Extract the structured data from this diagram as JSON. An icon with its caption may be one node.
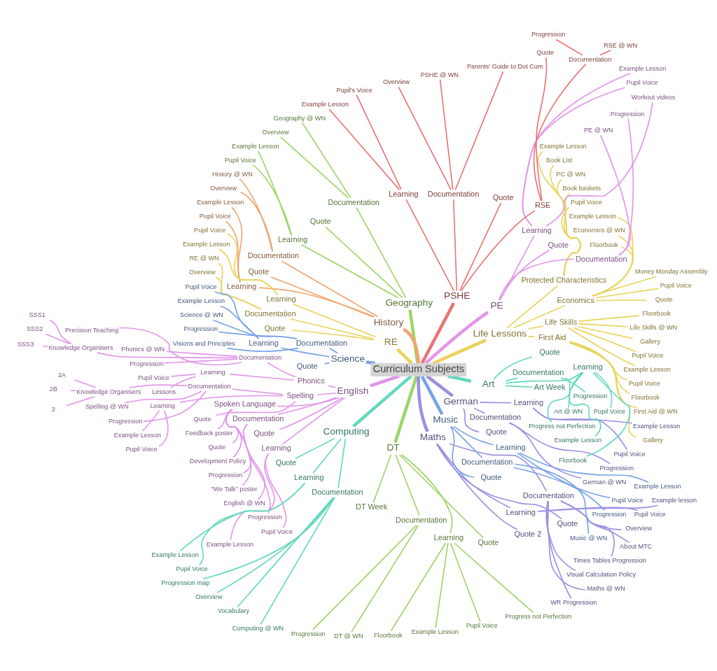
{
  "diagram": {
    "nodes": [
      {
        "text": [
          "Curriculum Subjects"
        ]
      },
      {
        "text": [
          "Life Lessons"
        ]
      },
      {
        "text": [
          "First Aid"
        ]
      },
      {
        "text": [
          "Gallery"
        ]
      },
      {
        "text": [
          "First Aid @ WN"
        ]
      },
      {
        "text": [
          "Floorbook"
        ]
      },
      {
        "text": [
          "Pupil Voice"
        ]
      },
      {
        "text": [
          "Life Skills"
        ]
      },
      {
        "text": [
          "Example Lesson"
        ]
      },
      {
        "text": [
          "Pupil Voice"
        ]
      },
      {
        "text": [
          "Gallery"
        ]
      },
      {
        "text": [
          "Life Skills @ WN"
        ]
      },
      {
        "text": [
          "Floorbook"
        ]
      },
      {
        "text": [
          "Economics"
        ]
      },
      {
        "text": [
          "Quote"
        ]
      },
      {
        "text": [
          "Pupil Voice"
        ]
      },
      {
        "text": [
          "Money Monday Assembly"
        ]
      },
      {
        "text": [
          "Floorbook"
        ]
      },
      {
        "text": [
          "Economics @ WN"
        ]
      },
      {
        "text": [
          "Example Lesson"
        ]
      },
      {
        "text": [
          "Protected Characteristics"
        ]
      },
      {
        "text": [
          "Pupil Voice"
        ]
      },
      {
        "text": [
          "Book baskets"
        ]
      },
      {
        "text": [
          "PC @ WN"
        ]
      },
      {
        "text": [
          "Book List"
        ]
      },
      {
        "text": [
          "Example Lesson"
        ]
      },
      {
        "text": [
          "PE"
        ]
      },
      {
        "text": [
          "Documentation"
        ]
      },
      {
        "text": [
          "PE @ WN"
        ]
      },
      {
        "text": [
          "Progression"
        ]
      },
      {
        "text": [
          "Quote"
        ]
      },
      {
        "text": [
          "Learning"
        ]
      },
      {
        "text": [
          "Workout videos"
        ]
      },
      {
        "text": [
          "Pupil Voice"
        ]
      },
      {
        "text": [
          "Example Lesson"
        ]
      },
      {
        "text": [
          "PSHE"
        ]
      },
      {
        "text": [
          "RSE"
        ]
      },
      {
        "text": [
          "Documentation"
        ]
      },
      {
        "text": [
          "RSE @ WN"
        ]
      },
      {
        "text": [
          "Progression"
        ]
      },
      {
        "text": [
          "Quote"
        ]
      },
      {
        "text": [
          "Quote"
        ]
      },
      {
        "text": [
          "Documentation"
        ]
      },
      {
        "text": [
          "Parents' Guide to Dot Com"
        ]
      },
      {
        "text": [
          "PSHE @ WN"
        ]
      },
      {
        "text": [
          "Overview"
        ]
      },
      {
        "text": [
          "Learning"
        ]
      },
      {
        "text": [
          "Pupil's Voice"
        ]
      },
      {
        "text": [
          "Example Lesson"
        ]
      },
      {
        "text": [
          "Geography"
        ]
      },
      {
        "text": [
          "Documentation"
        ]
      },
      {
        "text": [
          "Quote"
        ]
      },
      {
        "text": [
          "Geography @ WN"
        ]
      },
      {
        "text": [
          "Overview"
        ]
      },
      {
        "text": [
          "Learning"
        ]
      },
      {
        "text": [
          "Example Lesson"
        ]
      },
      {
        "text": [
          "Pupil Voice"
        ]
      },
      {
        "text": [
          "History"
        ]
      },
      {
        "text": [
          "Documentation"
        ]
      },
      {
        "text": [
          "History @ WN"
        ]
      },
      {
        "text": [
          "Overview"
        ]
      },
      {
        "text": [
          "Quote"
        ]
      },
      {
        "text": [
          "Learning"
        ]
      },
      {
        "text": [
          "Example Lesson"
        ]
      },
      {
        "text": [
          "Pupil Voice"
        ]
      },
      {
        "text": [
          "RE"
        ]
      },
      {
        "text": [
          "Learning"
        ]
      },
      {
        "text": [
          "Pupil Voice"
        ]
      },
      {
        "text": [
          "Example Lesson"
        ]
      },
      {
        "text": [
          "Documentation"
        ]
      },
      {
        "text": [
          "RE @ WN"
        ]
      },
      {
        "text": [
          "Overview"
        ]
      },
      {
        "text": [
          "Quote"
        ]
      },
      {
        "text": [
          "Science"
        ]
      },
      {
        "text": [
          "Learning"
        ]
      },
      {
        "text": [
          "Pupil Voice"
        ]
      },
      {
        "text": [
          "Example Lesson"
        ]
      },
      {
        "text": [
          "Documentation"
        ]
      },
      {
        "text": [
          "Science @ WN"
        ]
      },
      {
        "text": [
          "Progression"
        ]
      },
      {
        "text": [
          "Visions and Principles"
        ]
      },
      {
        "text": [
          "Quote"
        ]
      },
      {
        "text": [
          "English"
        ]
      },
      {
        "text": [
          "Phonics"
        ]
      },
      {
        "text": [
          "Documentation"
        ]
      },
      {
        "text": [
          "Precision Teaching"
        ]
      },
      {
        "text": [
          "Knowledge Organisers"
        ]
      },
      {
        "text": [
          "SSS1"
        ]
      },
      {
        "text": [
          "SSS2"
        ]
      },
      {
        "text": [
          "SSS3"
        ]
      },
      {
        "text": [
          "Phonics @ WN"
        ]
      },
      {
        "text": [
          "Progression"
        ]
      },
      {
        "text": [
          "Learning"
        ]
      },
      {
        "text": [
          "Pupil Voice"
        ]
      },
      {
        "text": [
          "Lessons"
        ]
      },
      {
        "text": [
          "Spelling"
        ]
      },
      {
        "text": [
          "Documentation"
        ]
      },
      {
        "text": [
          "Knowledge Organisers"
        ]
      },
      {
        "text": [
          "2A"
        ]
      },
      {
        "text": [
          "2B"
        ]
      },
      {
        "text": [
          "3"
        ]
      },
      {
        "text": [
          "Spelling @ WN"
        ]
      },
      {
        "text": [
          "Progression"
        ]
      },
      {
        "text": [
          "Learning"
        ]
      },
      {
        "text": [
          "Example Lesson"
        ]
      },
      {
        "text": [
          "Pupil Voice"
        ]
      },
      {
        "text": [
          "Quote"
        ]
      },
      {
        "text": [
          "Spoken Language"
        ]
      },
      {
        "text": [
          "Feedback poster"
        ]
      },
      {
        "text": [
          "Quote"
        ]
      },
      {
        "text": [
          "Development Policy"
        ]
      },
      {
        "text": [
          "Progression"
        ]
      },
      {
        "text": [
          "\"We Talk\" poster"
        ]
      },
      {
        "text": [
          "Documentation"
        ]
      },
      {
        "text": [
          "English @ WN"
        ]
      },
      {
        "text": [
          "Progression"
        ]
      },
      {
        "text": [
          "Quote"
        ]
      },
      {
        "text": [
          "Learning"
        ]
      },
      {
        "text": [
          "Pupil Voice"
        ]
      },
      {
        "text": [
          "Example Lesson"
        ]
      },
      {
        "text": [
          "Computing"
        ]
      },
      {
        "text": [
          "Quote"
        ]
      },
      {
        "text": [
          "Learning"
        ]
      },
      {
        "text": [
          "Example Lesson"
        ]
      },
      {
        "text": [
          "Pupil Voice"
        ]
      },
      {
        "text": [
          "Documentation"
        ]
      },
      {
        "text": [
          "Progression map"
        ]
      },
      {
        "text": [
          "Overview"
        ]
      },
      {
        "text": [
          "Vocabulary"
        ]
      },
      {
        "text": [
          "Computing @ WN"
        ]
      },
      {
        "text": [
          "DT"
        ]
      },
      {
        "text": [
          "DT Week"
        ]
      },
      {
        "text": [
          "Documentation"
        ]
      },
      {
        "text": [
          "Progression"
        ]
      },
      {
        "text": [
          "DT @ WN"
        ]
      },
      {
        "text": [
          "Learning"
        ]
      },
      {
        "text": [
          "Floorbook"
        ]
      },
      {
        "text": [
          "Example Lesson"
        ]
      },
      {
        "text": [
          "Pupil Voice"
        ]
      },
      {
        "text": [
          "Progress not Perfection"
        ]
      },
      {
        "text": [
          "Quote"
        ]
      },
      {
        "text": [
          "Maths"
        ]
      },
      {
        "text": [
          "Quote 2"
        ]
      },
      {
        "text": [
          "Quote"
        ]
      },
      {
        "text": [
          "Documentation"
        ]
      },
      {
        "text": [
          "WR Progression"
        ]
      },
      {
        "text": [
          "Maths @ WN"
        ]
      },
      {
        "text": [
          "Visual Calculation Policy"
        ]
      },
      {
        "text": [
          "Times Tables Progression"
        ]
      },
      {
        "text": [
          "About MTC"
        ]
      },
      {
        "text": [
          "Overview"
        ]
      },
      {
        "text": [
          "Learning"
        ]
      },
      {
        "text": [
          "Pupil Voice"
        ]
      },
      {
        "text": [
          "Example lesson"
        ]
      },
      {
        "text": [
          "Music"
        ]
      },
      {
        "text": [
          "Quote"
        ]
      },
      {
        "text": [
          "Documentation"
        ]
      },
      {
        "text": [
          "Music @ WN"
        ]
      },
      {
        "text": [
          "Progression"
        ]
      },
      {
        "text": [
          "Learning"
        ]
      },
      {
        "text": [
          "Pupil Voice"
        ]
      },
      {
        "text": [
          "Example Lesson"
        ]
      },
      {
        "text": [
          "German"
        ]
      },
      {
        "text": [
          "Quote"
        ]
      },
      {
        "text": [
          "Documentation"
        ]
      },
      {
        "text": [
          "German @ WN"
        ]
      },
      {
        "text": [
          "Progression"
        ]
      },
      {
        "text": [
          "Learning"
        ]
      },
      {
        "text": [
          "Pupil Voice"
        ]
      },
      {
        "text": [
          "Example Lesson"
        ]
      },
      {
        "text": [
          "Art"
        ]
      },
      {
        "text": [
          "Art Week"
        ]
      },
      {
        "text": [
          "Learning"
        ]
      },
      {
        "text": [
          "Floorbook"
        ]
      },
      {
        "text": [
          "Example Lesson"
        ]
      },
      {
        "text": [
          "Pupil Voice"
        ]
      },
      {
        "text": [
          "Progress not Perfection"
        ]
      },
      {
        "text": [
          "Documentation"
        ]
      },
      {
        "text": [
          "Art @ WN"
        ]
      },
      {
        "text": [
          "Progression"
        ]
      },
      {
        "text": [
          "Quote"
        ]
      }
    ],
    "edges": [
      {
        "from": 0,
        "to": 1,
        "arrow": "none",
        "style": "thick",
        "color": "#e9d35b"
      },
      {
        "from": 1,
        "to": 2,
        "arrow": "none",
        "color": "#e9d35b"
      },
      {
        "from": 2,
        "to": 3,
        "arrow": "none",
        "color": "#e9d35b"
      },
      {
        "from": 2,
        "to": 4,
        "arrow": "none",
        "color": "#e9d35b"
      },
      {
        "from": 2,
        "to": 5,
        "arrow": "none",
        "color": "#e9d35b"
      },
      {
        "from": 2,
        "to": 6,
        "arrow": "none",
        "color": "#e9d35b"
      },
      {
        "from": 1,
        "to": 7,
        "arrow": "none",
        "color": "#e9d35b"
      },
      {
        "from": 7,
        "to": 8,
        "arrow": "none",
        "color": "#e9d35b"
      },
      {
        "from": 7,
        "to": 9,
        "arrow": "none",
        "color": "#e9d35b"
      },
      {
        "from": 7,
        "to": 10,
        "arrow": "none",
        "color": "#e9d35b"
      },
      {
        "from": 7,
        "to": 11,
        "arrow": "none",
        "color": "#e9d35b"
      },
      {
        "from": 7,
        "to": 12,
        "arrow": "none",
        "color": "#e9d35b"
      },
      {
        "from": 1,
        "to": 13,
        "arrow": "none",
        "color": "#e9d35b"
      },
      {
        "from": 13,
        "to": 14,
        "arrow": "none",
        "color": "#e9d35b"
      },
      {
        "from": 13,
        "to": 15,
        "arrow": "none",
        "color": "#e9d35b"
      },
      {
        "from": 13,
        "to": 16,
        "arrow": "none",
        "color": "#e9d35b"
      },
      {
        "from": 13,
        "to": 17,
        "arrow": "none",
        "color": "#e9d35b"
      },
      {
        "from": 13,
        "to": 18,
        "arrow": "none",
        "color": "#e9d35b"
      },
      {
        "from": 13,
        "to": 19,
        "arrow": "none",
        "color": "#e9d35b"
      },
      {
        "from": 1,
        "to": 20,
        "arrow": "none",
        "color": "#e9d35b"
      },
      {
        "from": 20,
        "to": 21,
        "arrow": "none",
        "color": "#e9d35b"
      },
      {
        "from": 20,
        "to": 22,
        "arrow": "none",
        "color": "#e9d35b"
      },
      {
        "from": 20,
        "to": 23,
        "arrow": "none",
        "color": "#e9d35b"
      },
      {
        "from": 20,
        "to": 24,
        "arrow": "none",
        "color": "#e9d35b"
      },
      {
        "from": 20,
        "to": 25,
        "arrow": "none",
        "color": "#e9d35b"
      },
      {
        "from": 0,
        "to": 26,
        "arrow": "none",
        "style": "thick",
        "color": "#e294ea"
      },
      {
        "from": 26,
        "to": 27,
        "arrow": "none",
        "color": "#e294ea"
      },
      {
        "from": 27,
        "to": 28,
        "arrow": "none",
        "color": "#e294ea"
      },
      {
        "from": 27,
        "to": 29,
        "arrow": "none",
        "color": "#e294ea"
      },
      {
        "from": 26,
        "to": 30,
        "arrow": "none",
        "color": "#e294ea"
      },
      {
        "from": 26,
        "to": 31,
        "arrow": "none",
        "color": "#e294ea"
      },
      {
        "from": 31,
        "to": 32,
        "arrow": "none",
        "color": "#e294ea"
      },
      {
        "from": 31,
        "to": 33,
        "arrow": "none",
        "color": "#e294ea"
      },
      {
        "from": 31,
        "to": 34,
        "arrow": "none",
        "color": "#e294ea"
      },
      {
        "from": 0,
        "to": 35,
        "arrow": "none",
        "style": "thick",
        "color": "#e87672"
      },
      {
        "from": 35,
        "to": 36,
        "arrow": "none",
        "color": "#e87672"
      },
      {
        "from": 36,
        "to": 37,
        "arrow": "none",
        "color": "#e87672"
      },
      {
        "from": 37,
        "to": 38,
        "arrow": "none",
        "color": "#e87672"
      },
      {
        "from": 37,
        "to": 39,
        "arrow": "none",
        "color": "#e87672"
      },
      {
        "from": 36,
        "to": 40,
        "arrow": "none",
        "color": "#e87672"
      },
      {
        "from": 35,
        "to": 41,
        "arrow": "none",
        "color": "#e87672"
      },
      {
        "from": 35,
        "to": 42,
        "arrow": "none",
        "color": "#e87672"
      },
      {
        "from": 42,
        "to": 43,
        "arrow": "none",
        "color": "#e87672"
      },
      {
        "from": 42,
        "to": 44,
        "arrow": "none",
        "color": "#e87672"
      },
      {
        "from": 42,
        "to": 45,
        "arrow": "none",
        "color": "#e87672"
      },
      {
        "from": 35,
        "to": 46,
        "arrow": "none",
        "color": "#e87672"
      },
      {
        "from": 46,
        "to": 47,
        "arrow": "none",
        "color": "#e87672"
      },
      {
        "from": 46,
        "to": 48,
        "arrow": "none",
        "color": "#e87672"
      },
      {
        "from": 0,
        "to": 49,
        "arrow": "none",
        "style": "thick",
        "color": "#9dd566"
      },
      {
        "from": 49,
        "to": 50,
        "arrow": "none",
        "color": "#9dd566"
      },
      {
        "from": 49,
        "to": 51,
        "arrow": "none",
        "color": "#9dd566"
      },
      {
        "from": 50,
        "to": 52,
        "arrow": "none",
        "color": "#9dd566"
      },
      {
        "from": 50,
        "to": 53,
        "arrow": "none",
        "color": "#9dd566"
      },
      {
        "from": 49,
        "to": 54,
        "arrow": "none",
        "color": "#9dd566"
      },
      {
        "from": 54,
        "to": 55,
        "arrow": "none",
        "color": "#9dd566"
      },
      {
        "from": 54,
        "to": 56,
        "arrow": "none",
        "color": "#9dd566"
      },
      {
        "from": 0,
        "to": 57,
        "arrow": "none",
        "style": "thick",
        "color": "#f2a46e"
      },
      {
        "from": 57,
        "to": 58,
        "arrow": "none",
        "color": "#f2a46e"
      },
      {
        "from": 58,
        "to": 59,
        "arrow": "none",
        "color": "#f2a46e"
      },
      {
        "from": 58,
        "to": 60,
        "arrow": "none",
        "color": "#f2a46e"
      },
      {
        "from": 57,
        "to": 61,
        "arrow": "none",
        "color": "#f2a46e"
      },
      {
        "from": 57,
        "to": 62,
        "arrow": "none",
        "color": "#f2a46e"
      },
      {
        "from": 62,
        "to": 63,
        "arrow": "none",
        "color": "#f2a46e"
      },
      {
        "from": 62,
        "to": 64,
        "arrow": "none",
        "color": "#f2a46e"
      },
      {
        "from": 0,
        "to": 65,
        "arrow": "none",
        "style": "thick",
        "color": "#e9d35b"
      },
      {
        "from": 65,
        "to": 66,
        "arrow": "none",
        "color": "#e9d35b"
      },
      {
        "from": 66,
        "to": 67,
        "arrow": "none",
        "color": "#e9d35b"
      },
      {
        "from": 66,
        "to": 68,
        "arrow": "none",
        "color": "#e9d35b"
      },
      {
        "from": 65,
        "to": 69,
        "arrow": "none",
        "color": "#e9d35b"
      },
      {
        "from": 69,
        "to": 70,
        "arrow": "none",
        "color": "#e9d35b"
      },
      {
        "from": 69,
        "to": 71,
        "arrow": "none",
        "color": "#e9d35b"
      },
      {
        "from": 65,
        "to": 72,
        "arrow": "none",
        "color": "#e9d35b"
      },
      {
        "from": 0,
        "to": 73,
        "arrow": "none",
        "style": "thick",
        "color": "#78a3e6"
      },
      {
        "from": 73,
        "to": 74,
        "arrow": "none",
        "color": "#78a3e6"
      },
      {
        "from": 74,
        "to": 75,
        "arrow": "none",
        "color": "#78a3e6"
      },
      {
        "from": 74,
        "to": 76,
        "arrow": "none",
        "color": "#78a3e6"
      },
      {
        "from": 73,
        "to": 77,
        "arrow": "none",
        "color": "#78a3e6"
      },
      {
        "from": 77,
        "to": 78,
        "arrow": "none",
        "color": "#78a3e6"
      },
      {
        "from": 77,
        "to": 79,
        "arrow": "none",
        "color": "#78a3e6"
      },
      {
        "from": 77,
        "to": 80,
        "arrow": "none",
        "color": "#78a3e6"
      },
      {
        "from": 73,
        "to": 81,
        "arrow": "none",
        "color": "#78a3e6"
      },
      {
        "from": 0,
        "to": 82,
        "arrow": "none",
        "style": "thick",
        "color": "#e294ea"
      },
      {
        "from": 82,
        "to": 83,
        "arrow": "none",
        "color": "#e294ea"
      },
      {
        "from": 83,
        "to": 84,
        "arrow": "none",
        "color": "#e294ea"
      },
      {
        "from": 84,
        "to": 85,
        "arrow": "none",
        "color": "#e294ea"
      },
      {
        "from": 84,
        "to": 86,
        "arrow": "none",
        "color": "#e294ea"
      },
      {
        "from": 86,
        "to": 87,
        "arrow": "none",
        "color": "#e294ea"
      },
      {
        "from": 86,
        "to": 88,
        "arrow": "none",
        "color": "#e294ea"
      },
      {
        "from": 86,
        "to": 89,
        "arrow": "none",
        "color": "#e294ea"
      },
      {
        "from": 84,
        "to": 90,
        "arrow": "none",
        "color": "#e294ea"
      },
      {
        "from": 84,
        "to": 91,
        "arrow": "none",
        "color": "#e294ea"
      },
      {
        "from": 83,
        "to": 92,
        "arrow": "none",
        "color": "#e294ea"
      },
      {
        "from": 92,
        "to": 93,
        "arrow": "none",
        "color": "#e294ea"
      },
      {
        "from": 92,
        "to": 94,
        "arrow": "none",
        "color": "#e294ea"
      },
      {
        "from": 82,
        "to": 95,
        "arrow": "none",
        "color": "#e294ea"
      },
      {
        "from": 95,
        "to": 96,
        "arrow": "none",
        "color": "#e294ea"
      },
      {
        "from": 96,
        "to": 97,
        "arrow": "none",
        "color": "#e294ea"
      },
      {
        "from": 97,
        "to": 98,
        "arrow": "none",
        "color": "#e294ea"
      },
      {
        "from": 97,
        "to": 99,
        "arrow": "none",
        "color": "#e294ea"
      },
      {
        "from": 97,
        "to": 100,
        "arrow": "none",
        "color": "#e294ea"
      },
      {
        "from": 96,
        "to": 101,
        "arrow": "none",
        "color": "#e294ea"
      },
      {
        "from": 96,
        "to": 102,
        "arrow": "none",
        "color": "#e294ea"
      },
      {
        "from": 95,
        "to": 103,
        "arrow": "none",
        "color": "#e294ea"
      },
      {
        "from": 103,
        "to": 104,
        "arrow": "none",
        "color": "#e294ea"
      },
      {
        "from": 103,
        "to": 105,
        "arrow": "none",
        "color": "#e294ea"
      },
      {
        "from": 95,
        "to": 106,
        "arrow": "none",
        "color": "#e294ea"
      },
      {
        "from": 82,
        "to": 107,
        "arrow": "none",
        "color": "#e294ea"
      },
      {
        "from": 107,
        "to": 108,
        "arrow": "none",
        "color": "#e294ea"
      },
      {
        "from": 107,
        "to": 109,
        "arrow": "none",
        "color": "#e294ea"
      },
      {
        "from": 107,
        "to": 110,
        "arrow": "none",
        "color": "#e294ea"
      },
      {
        "from": 107,
        "to": 111,
        "arrow": "none",
        "color": "#e294ea"
      },
      {
        "from": 107,
        "to": 112,
        "arrow": "none",
        "color": "#e294ea"
      },
      {
        "from": 82,
        "to": 113,
        "arrow": "none",
        "color": "#e294ea"
      },
      {
        "from": 113,
        "to": 114,
        "arrow": "none",
        "color": "#e294ea"
      },
      {
        "from": 113,
        "to": 115,
        "arrow": "none",
        "color": "#e294ea"
      },
      {
        "from": 82,
        "to": 116,
        "arrow": "none",
        "color": "#e294ea"
      },
      {
        "from": 82,
        "to": 117,
        "arrow": "none",
        "color": "#e294ea"
      },
      {
        "from": 117,
        "to": 118,
        "arrow": "none",
        "color": "#e294ea"
      },
      {
        "from": 117,
        "to": 119,
        "arrow": "none",
        "color": "#e294ea"
      },
      {
        "from": 0,
        "to": 120,
        "arrow": "none",
        "style": "thick",
        "color": "#62d8be"
      },
      {
        "from": 120,
        "to": 121,
        "arrow": "none",
        "color": "#62d8be"
      },
      {
        "from": 120,
        "to": 122,
        "arrow": "none",
        "color": "#62d8be"
      },
      {
        "from": 122,
        "to": 123,
        "arrow": "none",
        "color": "#62d8be"
      },
      {
        "from": 122,
        "to": 124,
        "arrow": "none",
        "color": "#62d8be"
      },
      {
        "from": 120,
        "to": 125,
        "arrow": "none",
        "color": "#62d8be"
      },
      {
        "from": 125,
        "to": 126,
        "arrow": "none",
        "color": "#62d8be"
      },
      {
        "from": 125,
        "to": 127,
        "arrow": "none",
        "color": "#62d8be"
      },
      {
        "from": 125,
        "to": 128,
        "arrow": "none",
        "color": "#62d8be"
      },
      {
        "from": 125,
        "to": 129,
        "arrow": "none",
        "color": "#62d8be"
      },
      {
        "from": 0,
        "to": 130,
        "arrow": "none",
        "style": "thick",
        "color": "#9dd566"
      },
      {
        "from": 130,
        "to": 131,
        "arrow": "none",
        "color": "#9dd566"
      },
      {
        "from": 130,
        "to": 132,
        "arrow": "none",
        "color": "#9dd566"
      },
      {
        "from": 132,
        "to": 133,
        "arrow": "none",
        "color": "#9dd566"
      },
      {
        "from": 132,
        "to": 134,
        "arrow": "none",
        "color": "#9dd566"
      },
      {
        "from": 130,
        "to": 135,
        "arrow": "none",
        "color": "#9dd566"
      },
      {
        "from": 135,
        "to": 136,
        "arrow": "none",
        "color": "#9dd566"
      },
      {
        "from": 135,
        "to": 137,
        "arrow": "none",
        "color": "#9dd566"
      },
      {
        "from": 135,
        "to": 138,
        "arrow": "none",
        "color": "#9dd566"
      },
      {
        "from": 135,
        "to": 139,
        "arrow": "none",
        "color": "#9dd566"
      },
      {
        "from": 130,
        "to": 140,
        "arrow": "none",
        "color": "#9dd566"
      },
      {
        "from": 0,
        "to": 141,
        "arrow": "none",
        "style": "thick",
        "color": "#9c8fe3"
      },
      {
        "from": 141,
        "to": 142,
        "arrow": "none",
        "color": "#9c8fe3"
      },
      {
        "from": 141,
        "to": 143,
        "arrow": "none",
        "color": "#9c8fe3"
      },
      {
        "from": 141,
        "to": 144,
        "arrow": "none",
        "color": "#9c8fe3"
      },
      {
        "from": 144,
        "to": 145,
        "arrow": "none",
        "color": "#9c8fe3"
      },
      {
        "from": 144,
        "to": 146,
        "arrow": "none",
        "color": "#9c8fe3"
      },
      {
        "from": 144,
        "to": 147,
        "arrow": "none",
        "color": "#9c8fe3"
      },
      {
        "from": 144,
        "to": 148,
        "arrow": "none",
        "color": "#9c8fe3"
      },
      {
        "from": 144,
        "to": 149,
        "arrow": "none",
        "color": "#9c8fe3"
      },
      {
        "from": 144,
        "to": 150,
        "arrow": "none",
        "color": "#9c8fe3"
      },
      {
        "from": 141,
        "to": 151,
        "arrow": "none",
        "color": "#9c8fe3"
      },
      {
        "from": 151,
        "to": 152,
        "arrow": "none",
        "color": "#9c8fe3"
      },
      {
        "from": 151,
        "to": 153,
        "arrow": "none",
        "color": "#9c8fe3"
      },
      {
        "from": 0,
        "to": 154,
        "arrow": "none",
        "style": "thick",
        "color": "#78a3e6"
      },
      {
        "from": 154,
        "to": 155,
        "arrow": "none",
        "color": "#78a3e6"
      },
      {
        "from": 154,
        "to": 156,
        "arrow": "none",
        "color": "#78a3e6"
      },
      {
        "from": 156,
        "to": 157,
        "arrow": "none",
        "color": "#78a3e6"
      },
      {
        "from": 156,
        "to": 158,
        "arrow": "none",
        "color": "#78a3e6"
      },
      {
        "from": 154,
        "to": 159,
        "arrow": "none",
        "color": "#78a3e6"
      },
      {
        "from": 159,
        "to": 160,
        "arrow": "none",
        "color": "#78a3e6"
      },
      {
        "from": 159,
        "to": 161,
        "arrow": "none",
        "color": "#78a3e6"
      },
      {
        "from": 0,
        "to": 162,
        "arrow": "none",
        "style": "thick",
        "color": "#9c8fe3"
      },
      {
        "from": 162,
        "to": 163,
        "arrow": "none",
        "color": "#9c8fe3"
      },
      {
        "from": 162,
        "to": 164,
        "arrow": "none",
        "color": "#9c8fe3"
      },
      {
        "from": 164,
        "to": 165,
        "arrow": "none",
        "color": "#9c8fe3"
      },
      {
        "from": 164,
        "to": 166,
        "arrow": "none",
        "color": "#9c8fe3"
      },
      {
        "from": 162,
        "to": 167,
        "arrow": "none",
        "color": "#9c8fe3"
      },
      {
        "from": 167,
        "to": 168,
        "arrow": "none",
        "color": "#9c8fe3"
      },
      {
        "from": 167,
        "to": 169,
        "arrow": "none",
        "color": "#9c8fe3"
      },
      {
        "from": 0,
        "to": 170,
        "arrow": "none",
        "style": "thick",
        "color": "#62d8be"
      },
      {
        "from": 170,
        "to": 171,
        "arrow": "none",
        "color": "#62d8be"
      },
      {
        "from": 170,
        "to": 172,
        "arrow": "none",
        "color": "#62d8be"
      },
      {
        "from": 172,
        "to": 173,
        "arrow": "none",
        "color": "#62d8be"
      },
      {
        "from": 172,
        "to": 174,
        "arrow": "none",
        "color": "#62d8be"
      },
      {
        "from": 172,
        "to": 175,
        "arrow": "none",
        "color": "#62d8be"
      },
      {
        "from": 172,
        "to": 176,
        "arrow": "none",
        "color": "#62d8be"
      },
      {
        "from": 170,
        "to": 177,
        "arrow": "none",
        "color": "#62d8be"
      },
      {
        "from": 177,
        "to": 178,
        "arrow": "none",
        "color": "#62d8be"
      },
      {
        "from": 177,
        "to": 179,
        "arrow": "none",
        "color": "#62d8be"
      },
      {
        "from": 170,
        "to": 180,
        "arrow": "none",
        "color": "#62d8be"
      }
    ]
  }
}
